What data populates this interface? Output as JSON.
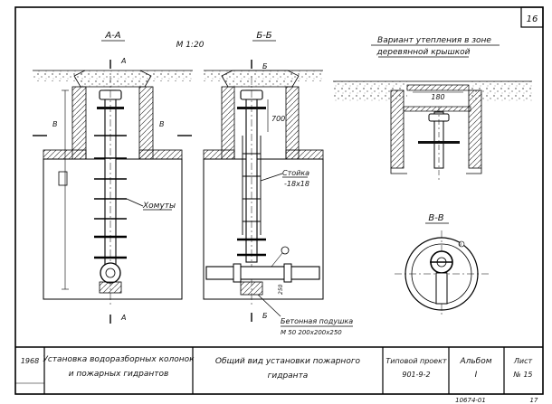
{
  "sheet": {
    "page_number": "16",
    "bottom_code": "10674-01",
    "bottom_page": "17"
  },
  "views": {
    "section_a": "А-А",
    "scale": "М 1:20",
    "section_b": "Б-Б",
    "section_c": "В-В",
    "variant_title_line1": "Вариант утепления в зоне",
    "variant_title_line2": "деревянной крышкой"
  },
  "labels": {
    "clamps": "Хомуты",
    "rack": "Стойка",
    "rack_size": "-18х18",
    "dim_700": "700",
    "dim_180": "180",
    "concrete_pad": "Бетонная подушка",
    "concrete_pad_size": "М 50  200х200х250",
    "marker_a_top": "А",
    "marker_a_bottom": "А",
    "marker_b_top": "Б",
    "marker_b_bottom": "Б",
    "marker_b_left": "В",
    "marker_b_right": "В",
    "marker_circle": "В",
    "dim_small": "250"
  },
  "title_block": {
    "year": "1968",
    "description_line1": "Установка водоразборных колонок",
    "description_line2": "и пожарных гидрантов",
    "drawing_name_line1": "Общий вид установки пожарного",
    "drawing_name_line2": "гидранта",
    "project_label": "Типовой проект",
    "project_code": "901-9-2",
    "album_label": "Альбом",
    "album_value": "I",
    "sheet_label": "Лист",
    "sheet_value": "№ 15"
  }
}
